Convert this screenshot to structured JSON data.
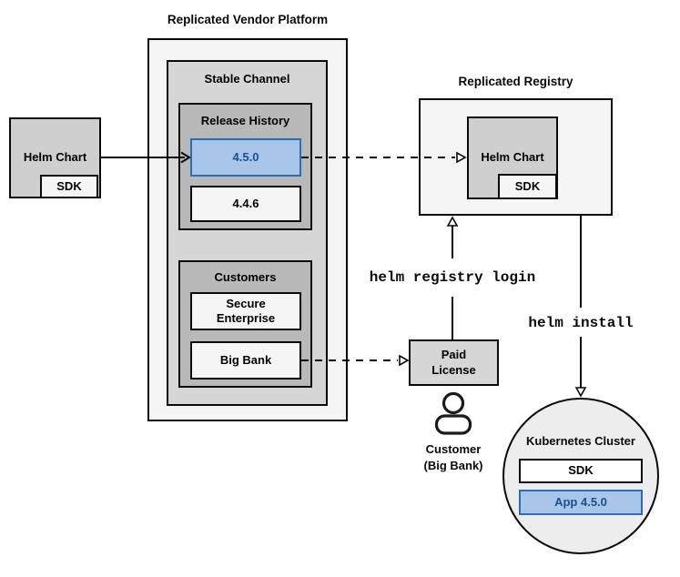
{
  "colors": {
    "accent_fill": "#a7c6e9",
    "accent_border": "#2a6db5",
    "accent_text": "#19518f",
    "container_light": "#f5f5f5",
    "container_mid": "#d6d6d6",
    "container_dark": "#b9b9b9"
  },
  "source_chart": {
    "label": "Helm Chart",
    "sdk": "SDK"
  },
  "vendor_platform": {
    "title": "Replicated Vendor Platform",
    "stable_channel": {
      "label": "Stable Channel"
    },
    "release_history": {
      "label": "Release History",
      "releases": [
        {
          "version": "4.5.0",
          "highlighted": true
        },
        {
          "version": "4.4.6",
          "highlighted": false
        }
      ]
    },
    "customers": {
      "label": "Customers",
      "items": [
        {
          "name": "Secure Enterprise"
        },
        {
          "name": "Big Bank"
        }
      ]
    }
  },
  "registry": {
    "title": "Replicated Registry",
    "chart_label": "Helm Chart",
    "sdk": "SDK"
  },
  "license": {
    "label": "Paid License"
  },
  "customer": {
    "name": "Customer",
    "detail": "(Big Bank)"
  },
  "cluster": {
    "title": "Kubernetes Cluster",
    "sdk": "SDK",
    "app": "App 4.5.0"
  },
  "commands": {
    "login": "helm registry login",
    "install": "helm install"
  }
}
